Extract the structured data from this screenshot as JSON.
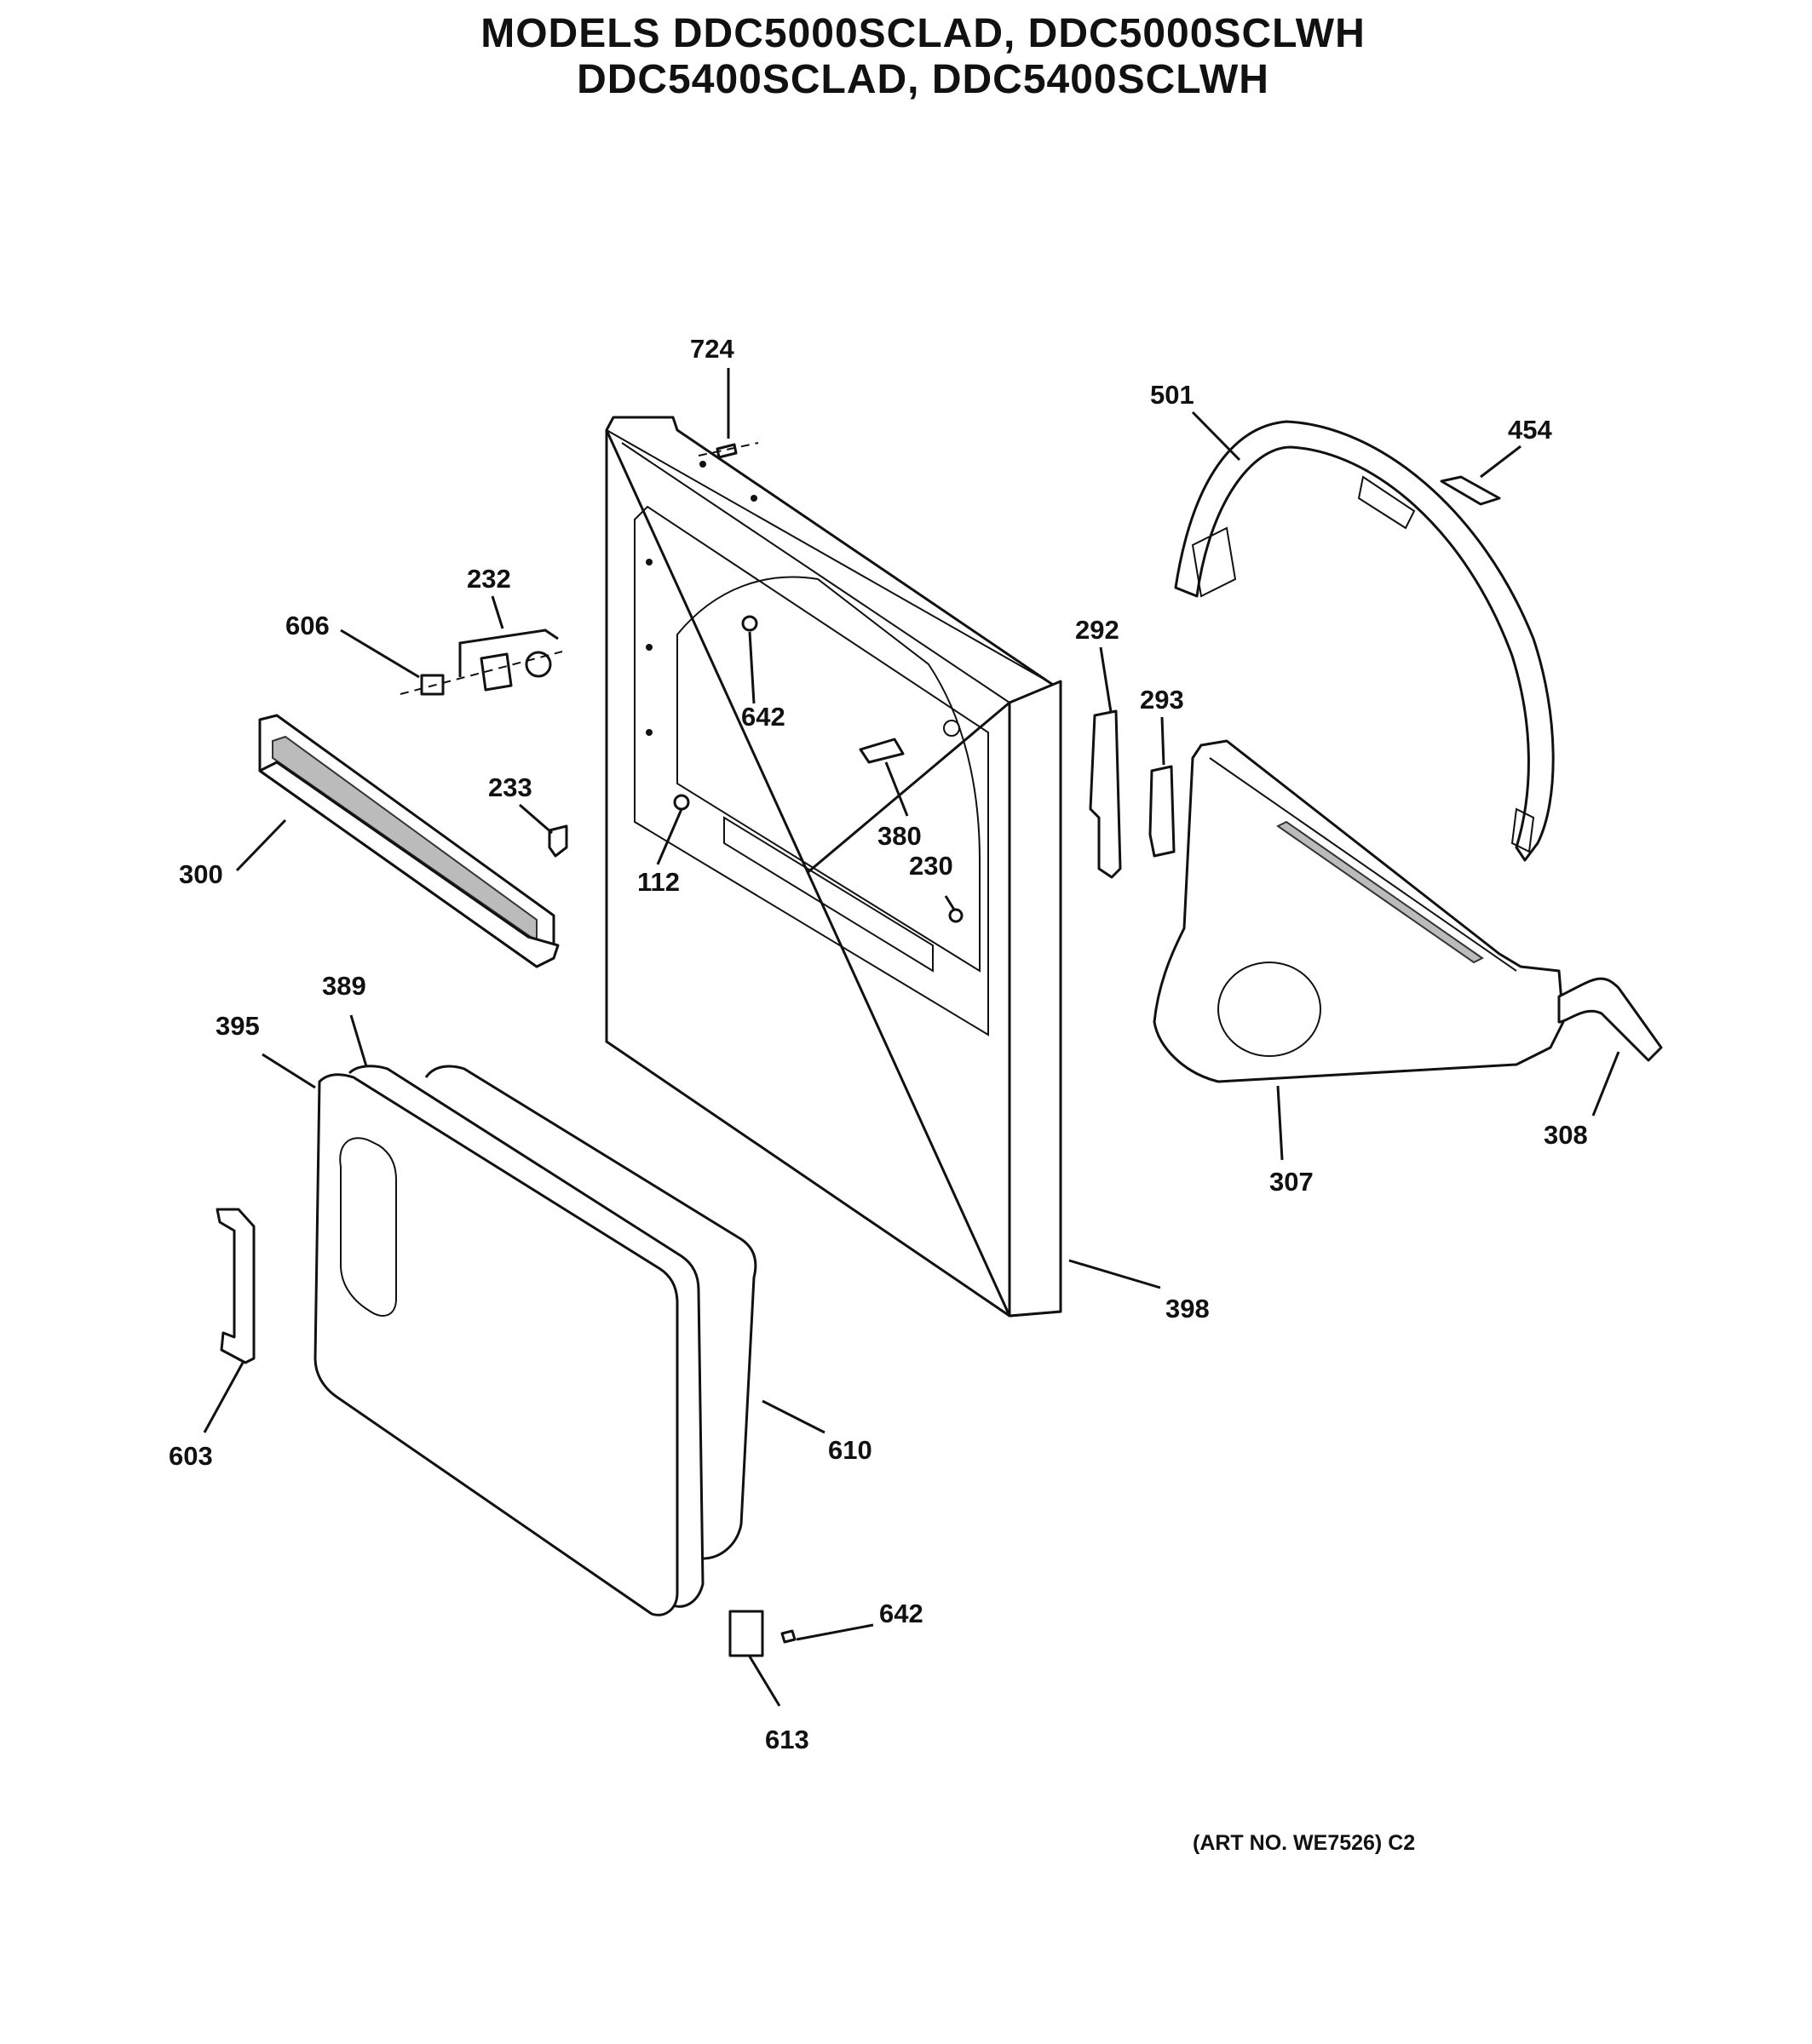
{
  "title": {
    "line1": "MODELS DDC5000SCLAD, DDC5000SCLWH",
    "line2": "DDC5400SCLAD, DDC5400SCLWH"
  },
  "art_number": "(ART NO. WE7526) C2",
  "callouts": [
    {
      "label": "724",
      "part": "screw-top"
    },
    {
      "label": "501",
      "part": "front-bulkhead-ring"
    },
    {
      "label": "454",
      "part": "felt-strip"
    },
    {
      "label": "232",
      "part": "switch-assembly"
    },
    {
      "label": "606",
      "part": "door-switch"
    },
    {
      "label": "642",
      "part": "screw-inner"
    },
    {
      "label": "292",
      "part": "bracket-left"
    },
    {
      "label": "293",
      "part": "bracket-right"
    },
    {
      "label": "233",
      "part": "clip"
    },
    {
      "label": "300",
      "part": "lint-filter"
    },
    {
      "label": "380",
      "part": "door-latch-strike"
    },
    {
      "label": "112",
      "part": "plug"
    },
    {
      "label": "230",
      "part": "light-socket"
    },
    {
      "label": "389",
      "part": "door-seal"
    },
    {
      "label": "395",
      "part": "door-assembly"
    },
    {
      "label": "308",
      "part": "felt-seal"
    },
    {
      "label": "307",
      "part": "front-bulkhead"
    },
    {
      "label": "398",
      "part": "front-panel"
    },
    {
      "label": "603",
      "part": "door-handle"
    },
    {
      "label": "610",
      "part": "door-gasket"
    },
    {
      "label": "642",
      "part": "screw-hinge"
    },
    {
      "label": "613",
      "part": "hinge"
    }
  ]
}
